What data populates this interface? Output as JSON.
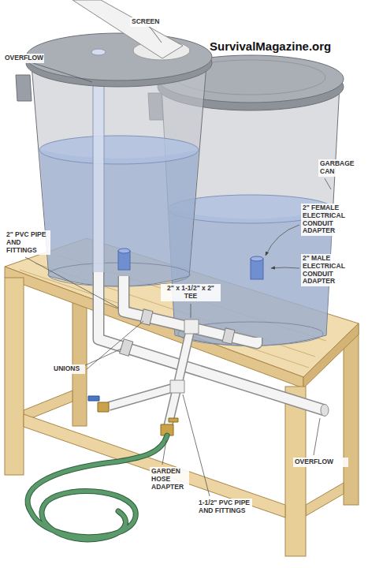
{
  "diagram": {
    "labels": [
      "SCREEN",
      "OVERFLOW",
      "SurvivalMagazine.org",
      "GARBAGE CAN",
      "2\" FEMALE ELECTRICAL CONDUIT ADAPTER",
      "2\" MALE ELECTRICAL CONDUIT ADAPTER",
      "2\" PVC PIPE AND FITTINGS",
      "2\" x 1-1/2\" x 2\" TEE",
      "UNIONS",
      "OVERFLOW",
      "GARDEN HOSE ADAPTER",
      "1-1/2\" PVC PIPE AND FITTINGS"
    ]
  }
}
